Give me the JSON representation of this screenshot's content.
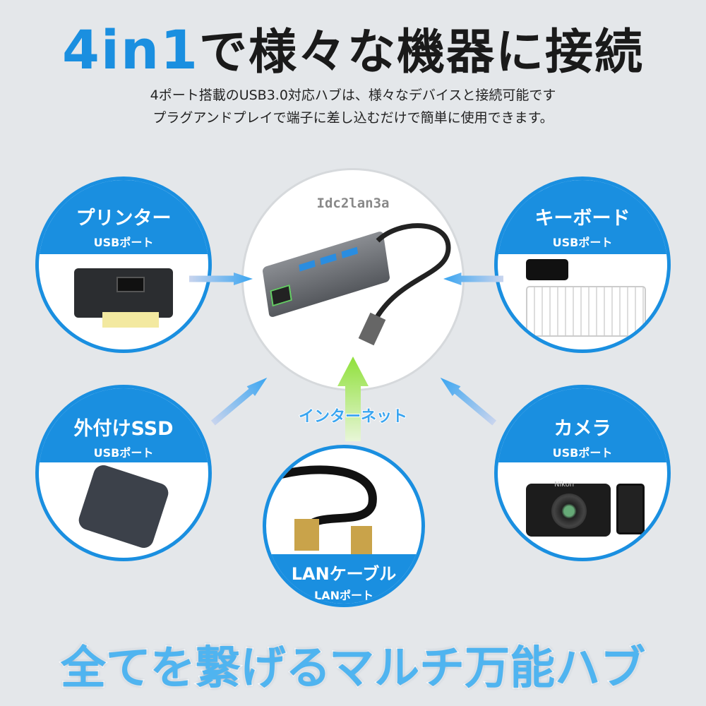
{
  "title": {
    "highlight": "4in1",
    "rest": "で様々な機器に接続"
  },
  "subtitle": [
    "4ポート搭載のUSB3.0対応ハブは、様々なデバイスと接続可能です",
    "プラグアンドプレイで端子に差し込むだけで簡単に使用できます。"
  ],
  "hub": {
    "model": "Idc2lan3a"
  },
  "devices": [
    {
      "label": "プリンター",
      "port": "USBポート"
    },
    {
      "label": "キーボード",
      "port": "USBポート"
    },
    {
      "label": "外付けSSD",
      "port": "USBポート"
    },
    {
      "label": "カメラ",
      "port": "USBポート"
    },
    {
      "label": "LANケーブル",
      "port": "LANポート"
    }
  ],
  "internet_label": "インターネット",
  "camera_brand": "Nikon",
  "bottom_slogan": "全てを繋げるマルチ万能ハブ",
  "colors": {
    "accent": "#1a8fe0",
    "background": "#e4e7ea",
    "arrow_green": "#8fe03a"
  }
}
